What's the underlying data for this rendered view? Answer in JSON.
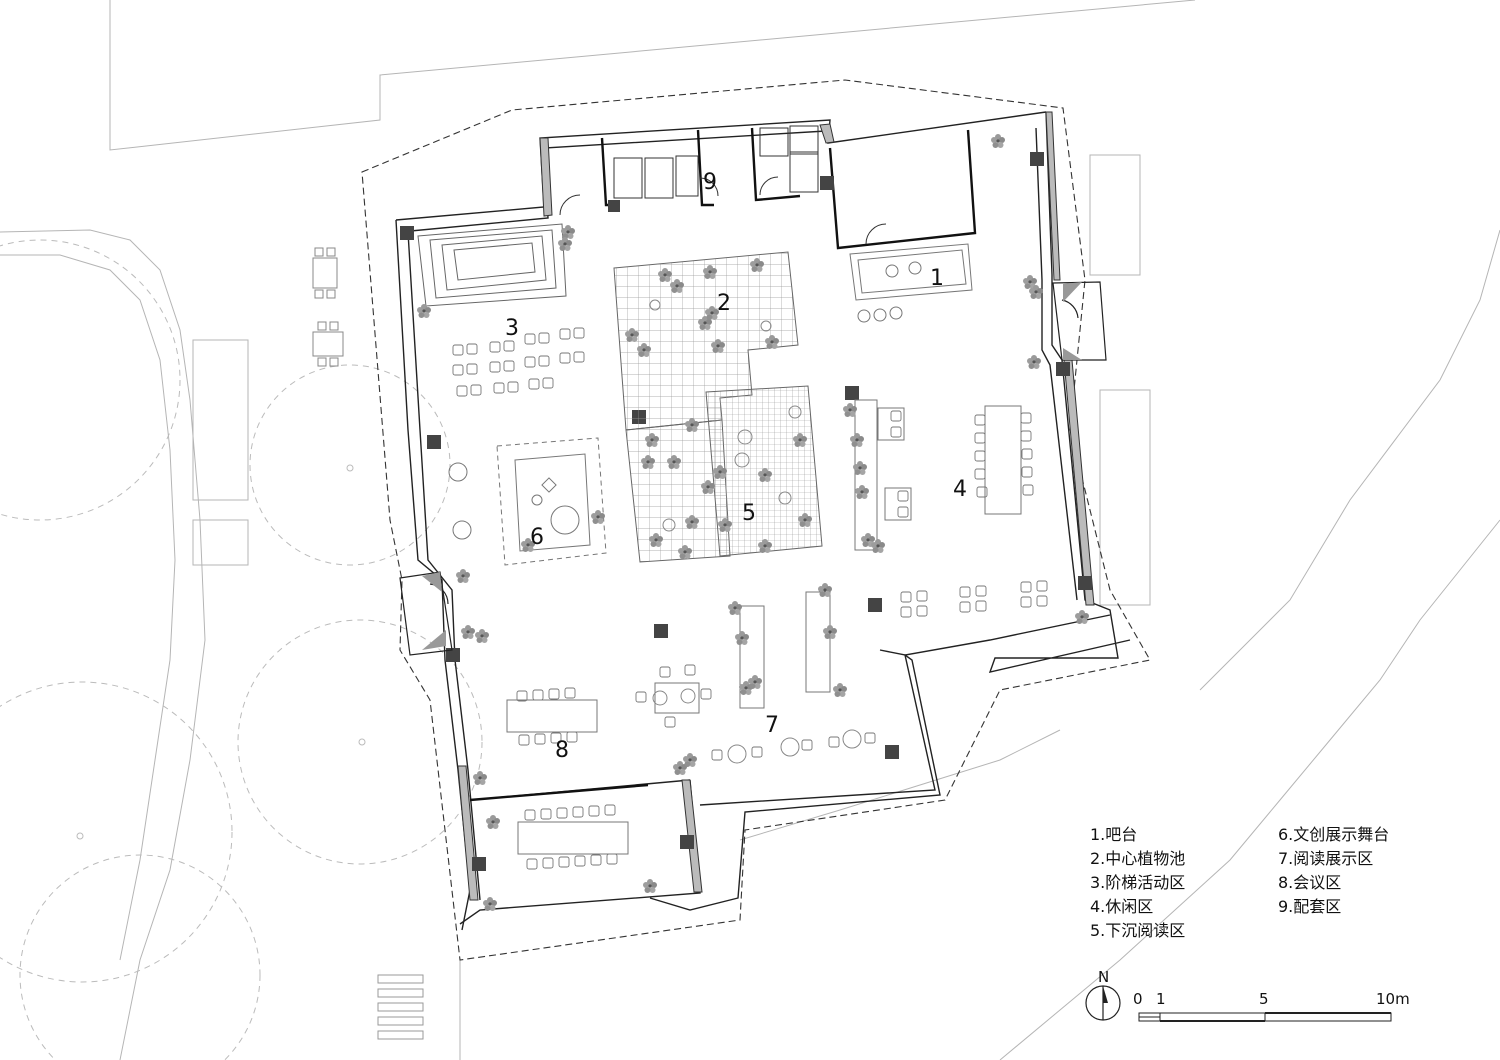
{
  "plan_labels": [
    {
      "id": "1",
      "text": "1"
    },
    {
      "id": "2",
      "text": "2"
    },
    {
      "id": "3",
      "text": "3"
    },
    {
      "id": "4",
      "text": "4"
    },
    {
      "id": "5",
      "text": "5"
    },
    {
      "id": "6",
      "text": "6"
    },
    {
      "id": "7",
      "text": "7"
    },
    {
      "id": "8",
      "text": "8"
    },
    {
      "id": "9",
      "text": "9"
    }
  ],
  "legend": {
    "col1": [
      "1.吧台",
      "2.中心植物池",
      "3.阶梯活动区",
      "4.休闲区",
      "5.下沉阅读区"
    ],
    "col2": [
      "6.文创展示舞台",
      "7.阅读展示区",
      "8.会议区",
      "9.配套区"
    ]
  },
  "north_label": "N",
  "scale": {
    "ticks": [
      "0",
      "1",
      "5",
      "10m"
    ]
  }
}
